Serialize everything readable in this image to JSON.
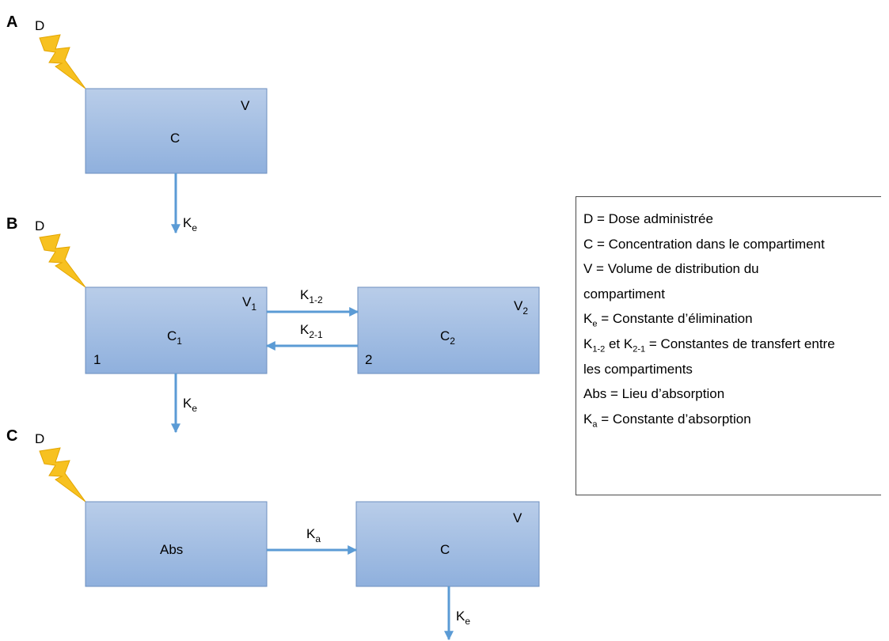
{
  "colors": {
    "box_top": "#b9cde9",
    "box_bottom": "#8fb0dd",
    "box_border": "#6d8fbf",
    "arrow": "#5b9bd5",
    "lightning": "#f7c120",
    "lightning_edge": "#e3a500"
  },
  "icons": [
    "lightning-bolt-icon"
  ],
  "panel_A": {
    "label": "A",
    "dose": "D",
    "box": {
      "center": "C",
      "corner": "V"
    },
    "elimination": {
      "k": "K",
      "sub": "e"
    }
  },
  "panel_B": {
    "label": "B",
    "dose": "D",
    "box1": {
      "center": "C",
      "center_sub": "1",
      "corner": "V",
      "corner_sub": "1",
      "number": "1"
    },
    "box2": {
      "center": "C",
      "center_sub": "2",
      "corner": "V",
      "corner_sub": "2",
      "number": "2"
    },
    "k12": {
      "k": "K",
      "sub": "1-2"
    },
    "k21": {
      "k": "K",
      "sub": "2-1"
    },
    "elimination": {
      "k": "K",
      "sub": "e"
    }
  },
  "panel_C": {
    "label": "C",
    "dose": "D",
    "abs_box": {
      "center": "Abs"
    },
    "box": {
      "center": "C",
      "corner": "V"
    },
    "absorption": {
      "k": "K",
      "sub": "a"
    },
    "elimination": {
      "k": "K",
      "sub": "e"
    }
  },
  "legend": {
    "l1": "D = Dose administrée",
    "l2": "C = Concentration dans le compartiment",
    "l3": "V = Volume de distribution du",
    "l4": "compartiment",
    "l5": {
      "k": "K",
      "sub": "e",
      "text": " = Constante d’élimination"
    },
    "l6": {
      "k1": "K",
      "sub1": "1-2",
      "mid": " et ",
      "k2": "K",
      "sub2": "2-1",
      "text": " = Constantes de transfert entre"
    },
    "l7": "les compartiments",
    "l8": "Abs = Lieu d’absorption",
    "l9": {
      "k": "K",
      "sub": "a",
      "text": " = Constante d’absorption"
    }
  }
}
